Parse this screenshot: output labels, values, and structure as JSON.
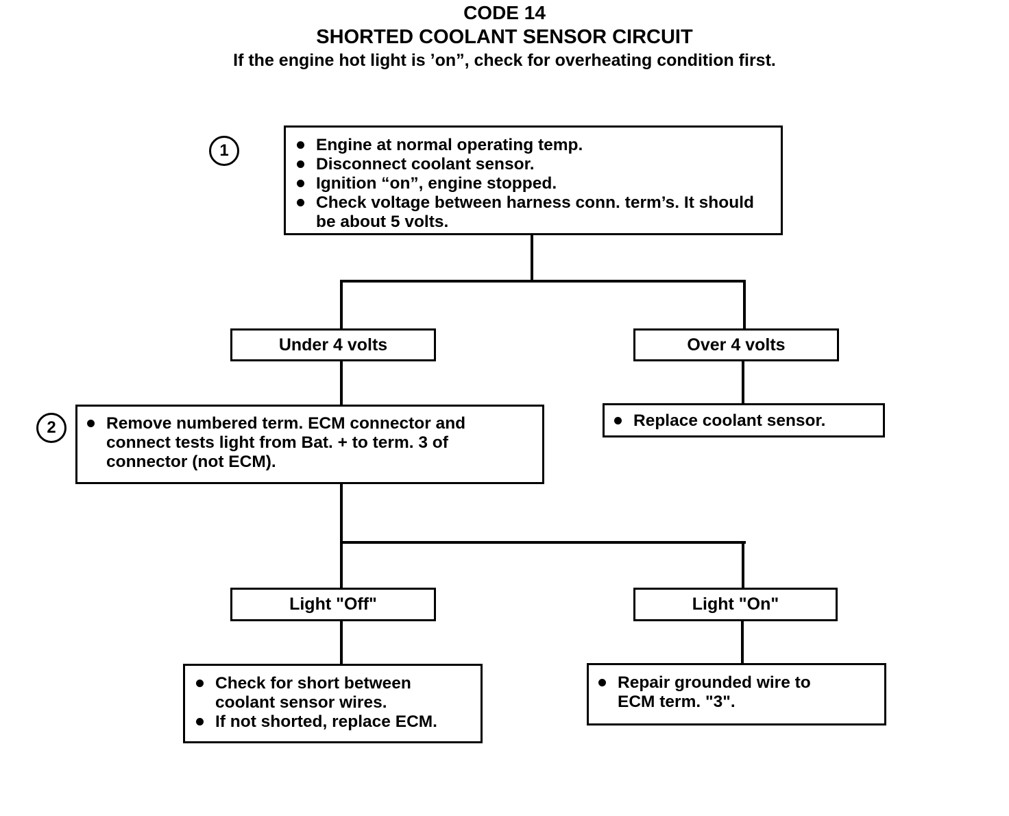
{
  "header": {
    "code": "CODE 14",
    "title": "SHORTED COOLANT SENSOR CIRCUIT",
    "note": "If the engine hot light is ’on”, check for overheating condition first."
  },
  "steps": {
    "step1": {
      "number": "1",
      "items": [
        "Engine at normal operating temp.",
        "Disconnect coolant sensor.",
        "Ignition “on”, engine stopped.",
        "Check voltage between harness conn. term’s.  It should be about 5 volts."
      ]
    },
    "step2": {
      "number": "2",
      "items": [
        "Remove numbered term. ECM connector and connect tests light from Bat.  +  to term. 3 of connector (not ECM)."
      ]
    }
  },
  "branches": {
    "under4": "Under 4 volts",
    "over4": "Over 4 volts",
    "lightOff": "Light \"Off\"",
    "lightOn": "Light \"On\""
  },
  "actions": {
    "replaceSensor": [
      "Replace coolant  sensor."
    ],
    "checkShort": [
      "Check for short between coolant sensor wires.",
      "If not shorted, replace ECM."
    ],
    "repairWire": [
      "Repair grounded wire to ECM term. \"3\"."
    ]
  }
}
